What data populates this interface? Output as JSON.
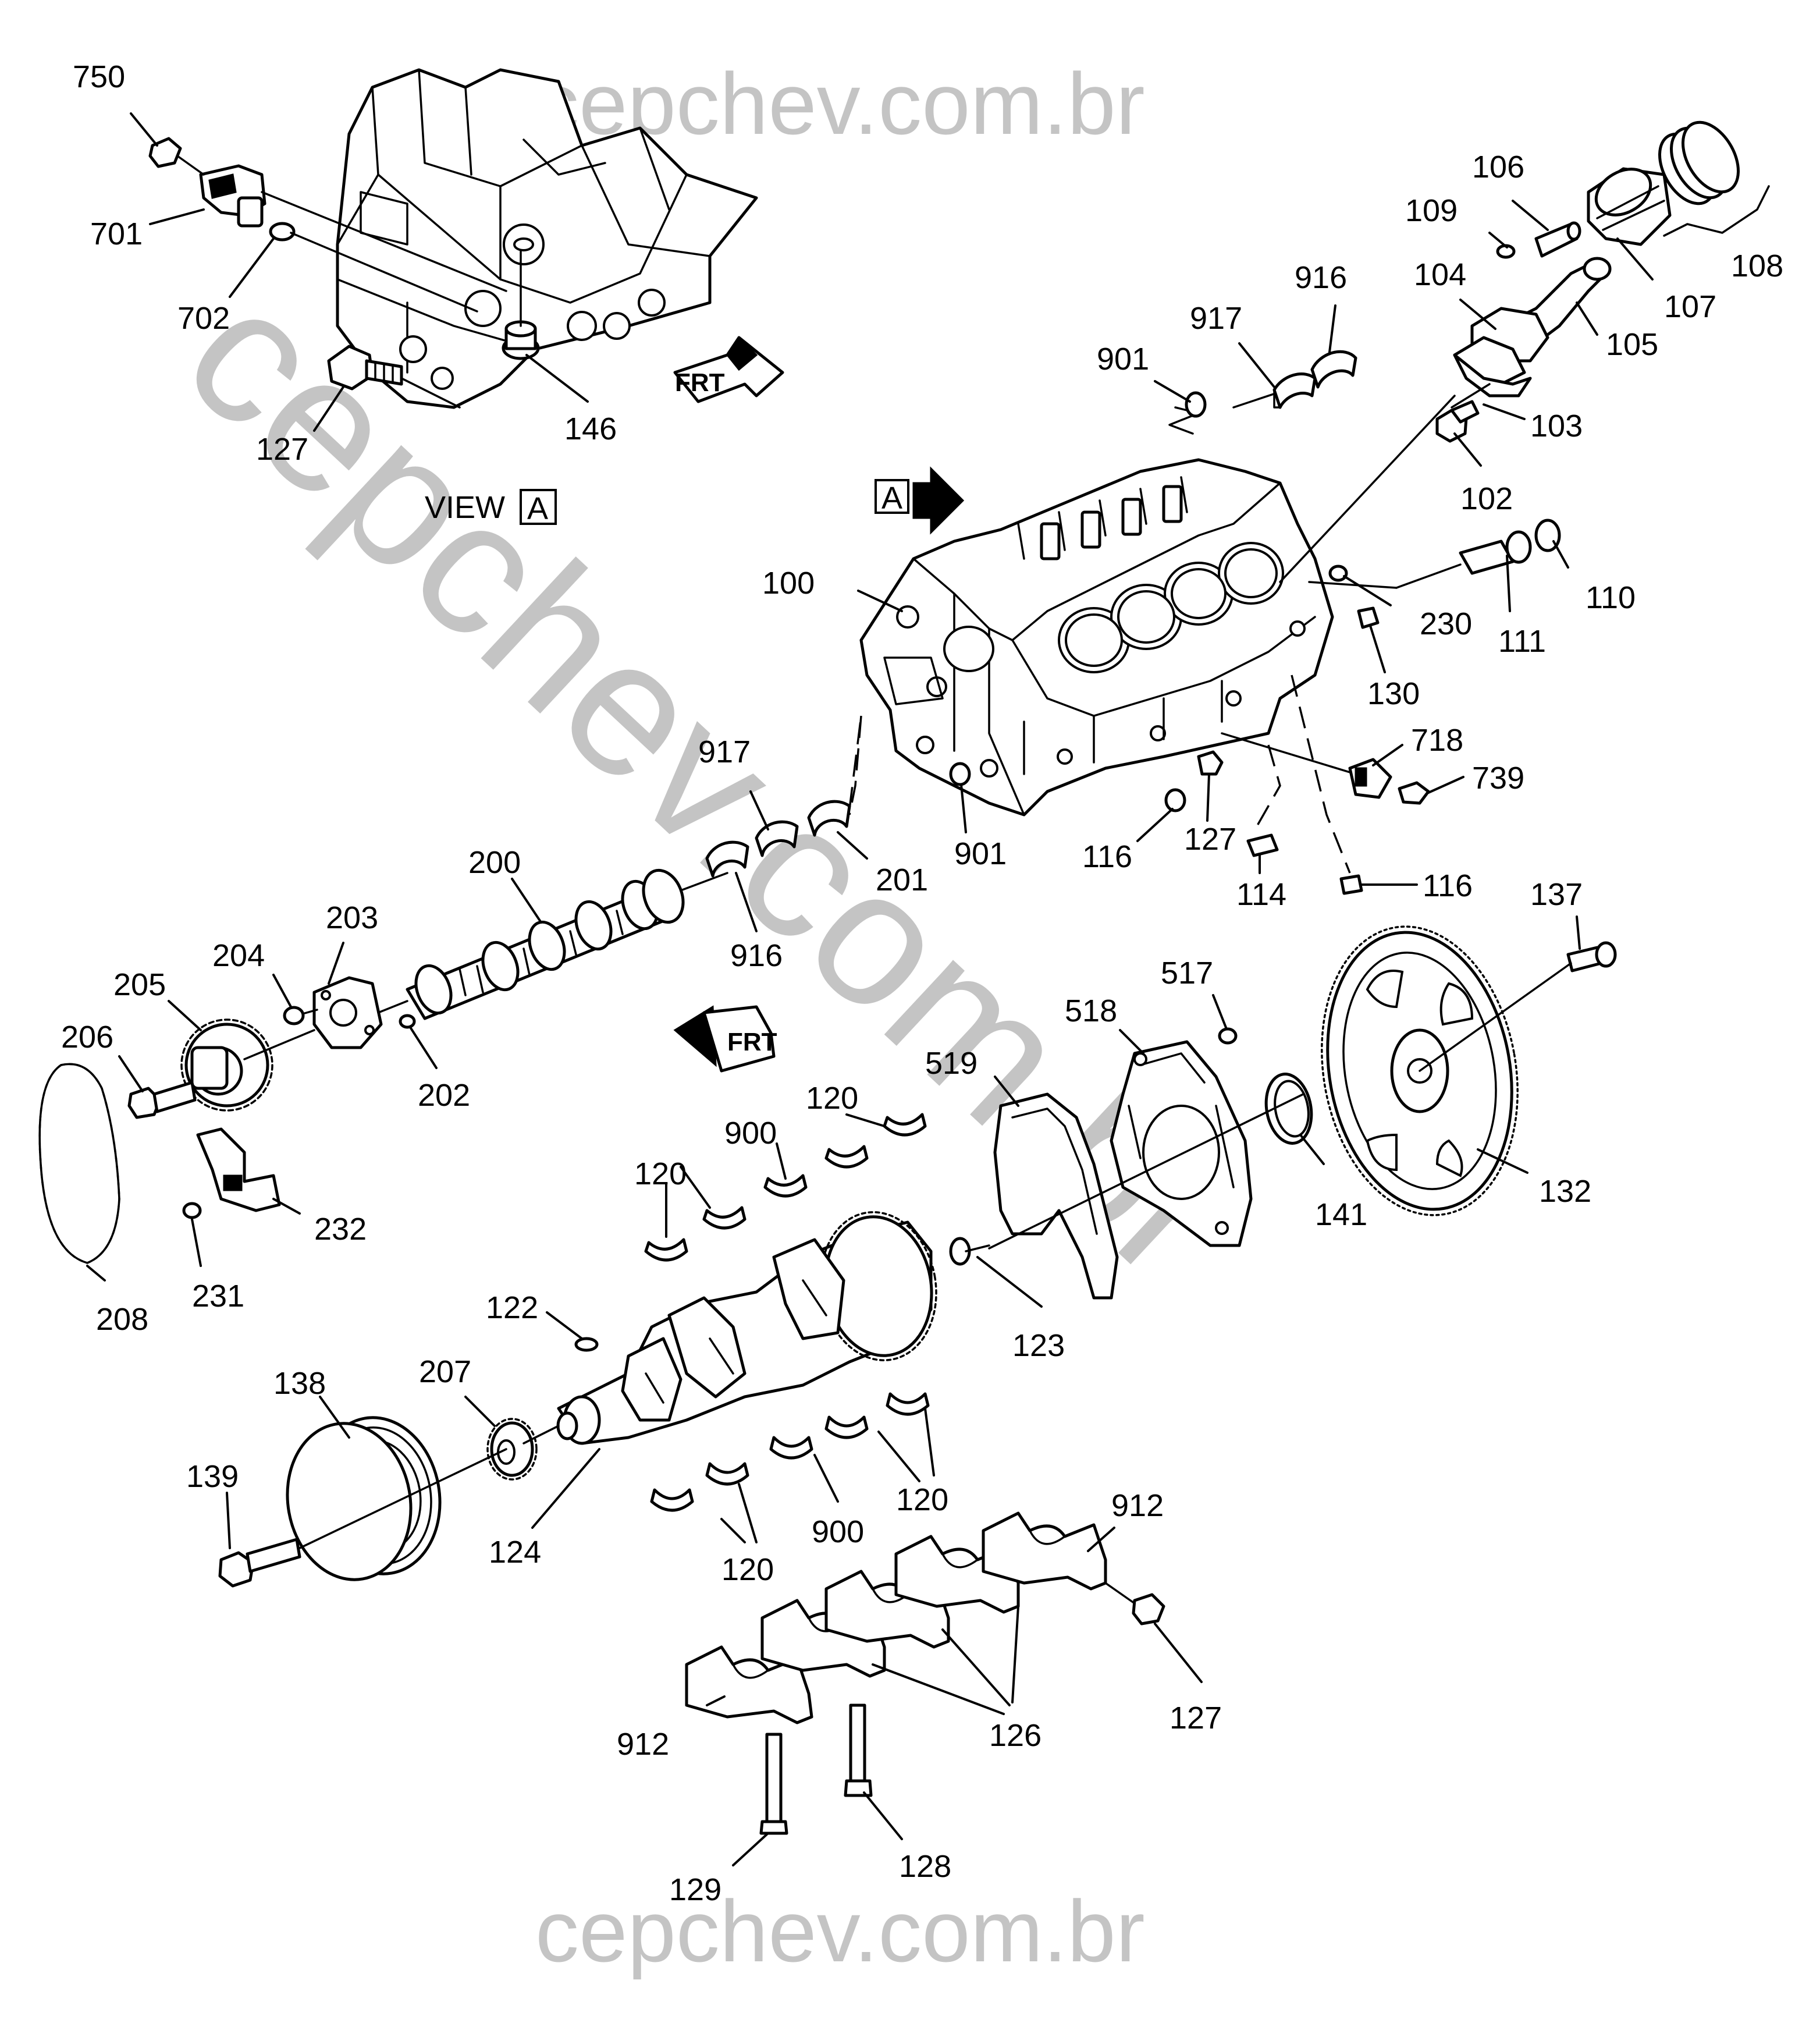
{
  "watermark": {
    "top": "cepchev.com.br",
    "bottom": "cepchev.com.br",
    "diagonal": "cepchev.com.br",
    "color": "#c4c4c4"
  },
  "view_label": {
    "text": "VIEW",
    "letter": "A"
  },
  "view_marker": {
    "letter": "A"
  },
  "frt_label": "FRT",
  "callouts": {
    "c750": "750",
    "c701": "701",
    "c702": "702",
    "c127a": "127",
    "c146": "146",
    "c106": "106",
    "c109": "109",
    "c108": "108",
    "c107": "107",
    "c104": "104",
    "c105": "105",
    "c916a": "916",
    "c917a": "917",
    "c901a": "901",
    "c103": "103",
    "c102": "102",
    "c100": "100",
    "c230": "230",
    "c110": "110",
    "c111": "111",
    "c130": "130",
    "c718": "718",
    "c739": "739",
    "c917b": "917",
    "c901b": "901",
    "c116a": "116",
    "c127b": "127",
    "c114": "114",
    "c116b": "116",
    "c201": "201",
    "c200": "200",
    "c916b": "916",
    "c203": "203",
    "c204": "204",
    "c205": "205",
    "c206": "206",
    "c202": "202",
    "c137": "137",
    "c517": "517",
    "c518": "518",
    "c519": "519",
    "c120a": "120",
    "c900a": "900",
    "c120b": "120",
    "c232": "232",
    "c231": "231",
    "c208": "208",
    "c141": "141",
    "c132": "132",
    "c123": "123",
    "c122": "122",
    "c138": "138",
    "c207": "207",
    "c139": "139",
    "c124": "124",
    "c120c": "120",
    "c900b": "900",
    "c120d": "120",
    "c912a": "912",
    "c127c": "127",
    "c126": "126",
    "c912b": "912",
    "c129": "129",
    "c128": "128"
  }
}
